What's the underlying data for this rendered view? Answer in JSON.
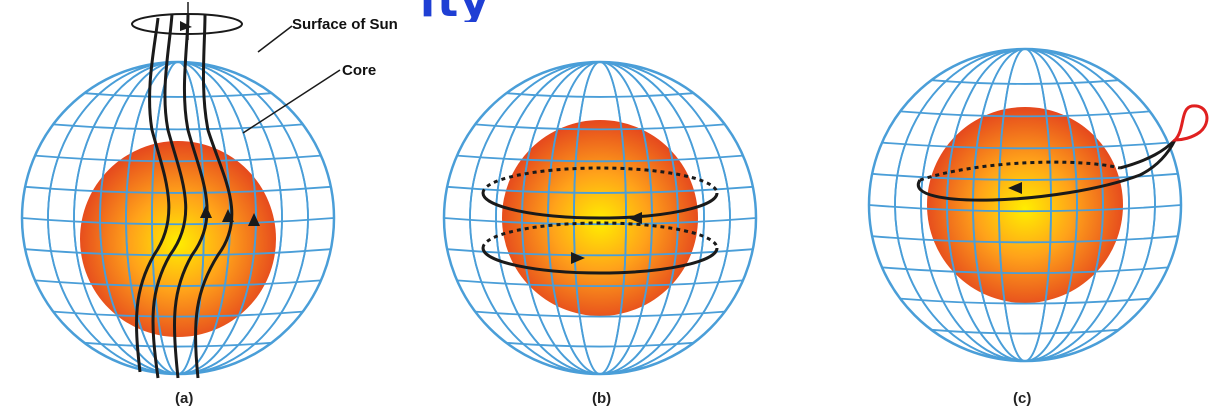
{
  "title": "ity",
  "labels": {
    "surface": "Surface of Sun",
    "core": "Core"
  },
  "panels": [
    {
      "id": "a",
      "caption": "(a)"
    },
    {
      "id": "b",
      "caption": "(b)"
    },
    {
      "id": "c",
      "caption": "(c)"
    }
  ],
  "colors": {
    "grid": "#4a9ed8",
    "core_center": "#ffee00",
    "core_mid": "#ff9a1a",
    "core_edge": "#e84a1f",
    "field_line": "#1a1a1a",
    "loop": "#e02020",
    "title": "#1f3fd4"
  }
}
